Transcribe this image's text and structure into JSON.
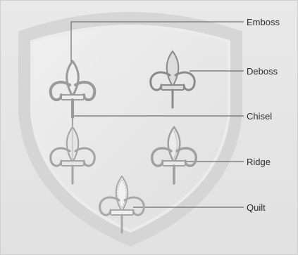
{
  "callouts": [
    {
      "id": "emboss",
      "label": "Emboss"
    },
    {
      "id": "deboss",
      "label": "Deboss"
    },
    {
      "id": "chisel",
      "label": "Chisel"
    },
    {
      "id": "ridge",
      "label": "Ridge"
    },
    {
      "id": "quilt",
      "label": "Quilt"
    }
  ],
  "icons": [
    "shield-icon",
    "fleur-de-lis-icon"
  ]
}
